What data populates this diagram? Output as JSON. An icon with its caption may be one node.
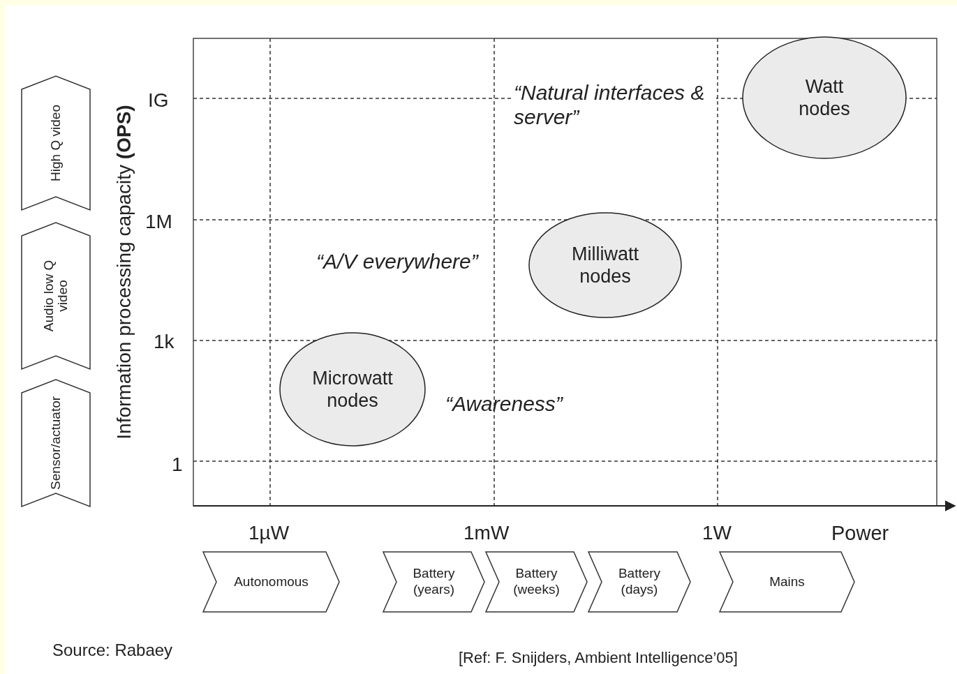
{
  "diagram": {
    "nodes": [
      {
        "text": [
          "Watt nodes"
        ]
      },
      {
        "text": [
          "Milliwatt nodes"
        ]
      },
      {
        "text": [
          "Microwatt nodes"
        ]
      },
      {
        "text": [
          "High Q video"
        ]
      },
      {
        "text": [
          "Audio low Q video"
        ]
      },
      {
        "text": [
          "Sensor/actuator"
        ]
      },
      {
        "text": [
          "Autonomous"
        ]
      },
      {
        "text": [
          "Battery (years)"
        ]
      },
      {
        "text": [
          "Battery (weeks)"
        ]
      },
      {
        "text": [
          "Battery (days)"
        ]
      },
      {
        "text": [
          "Mains"
        ]
      }
    ],
    "labels": [
      "“Natural interfaces & server”",
      "IG",
      "1M",
      "“A/V everywhere”",
      "1k",
      "“Awareness”",
      "1",
      "1µW",
      "1mW",
      "1W",
      "Power",
      "Information processing capacity  **(OPS)**",
      "Source: Rabaey",
      "[Ref: F. Snijders, Ambient Intelligence’05]"
    ]
  }
}
